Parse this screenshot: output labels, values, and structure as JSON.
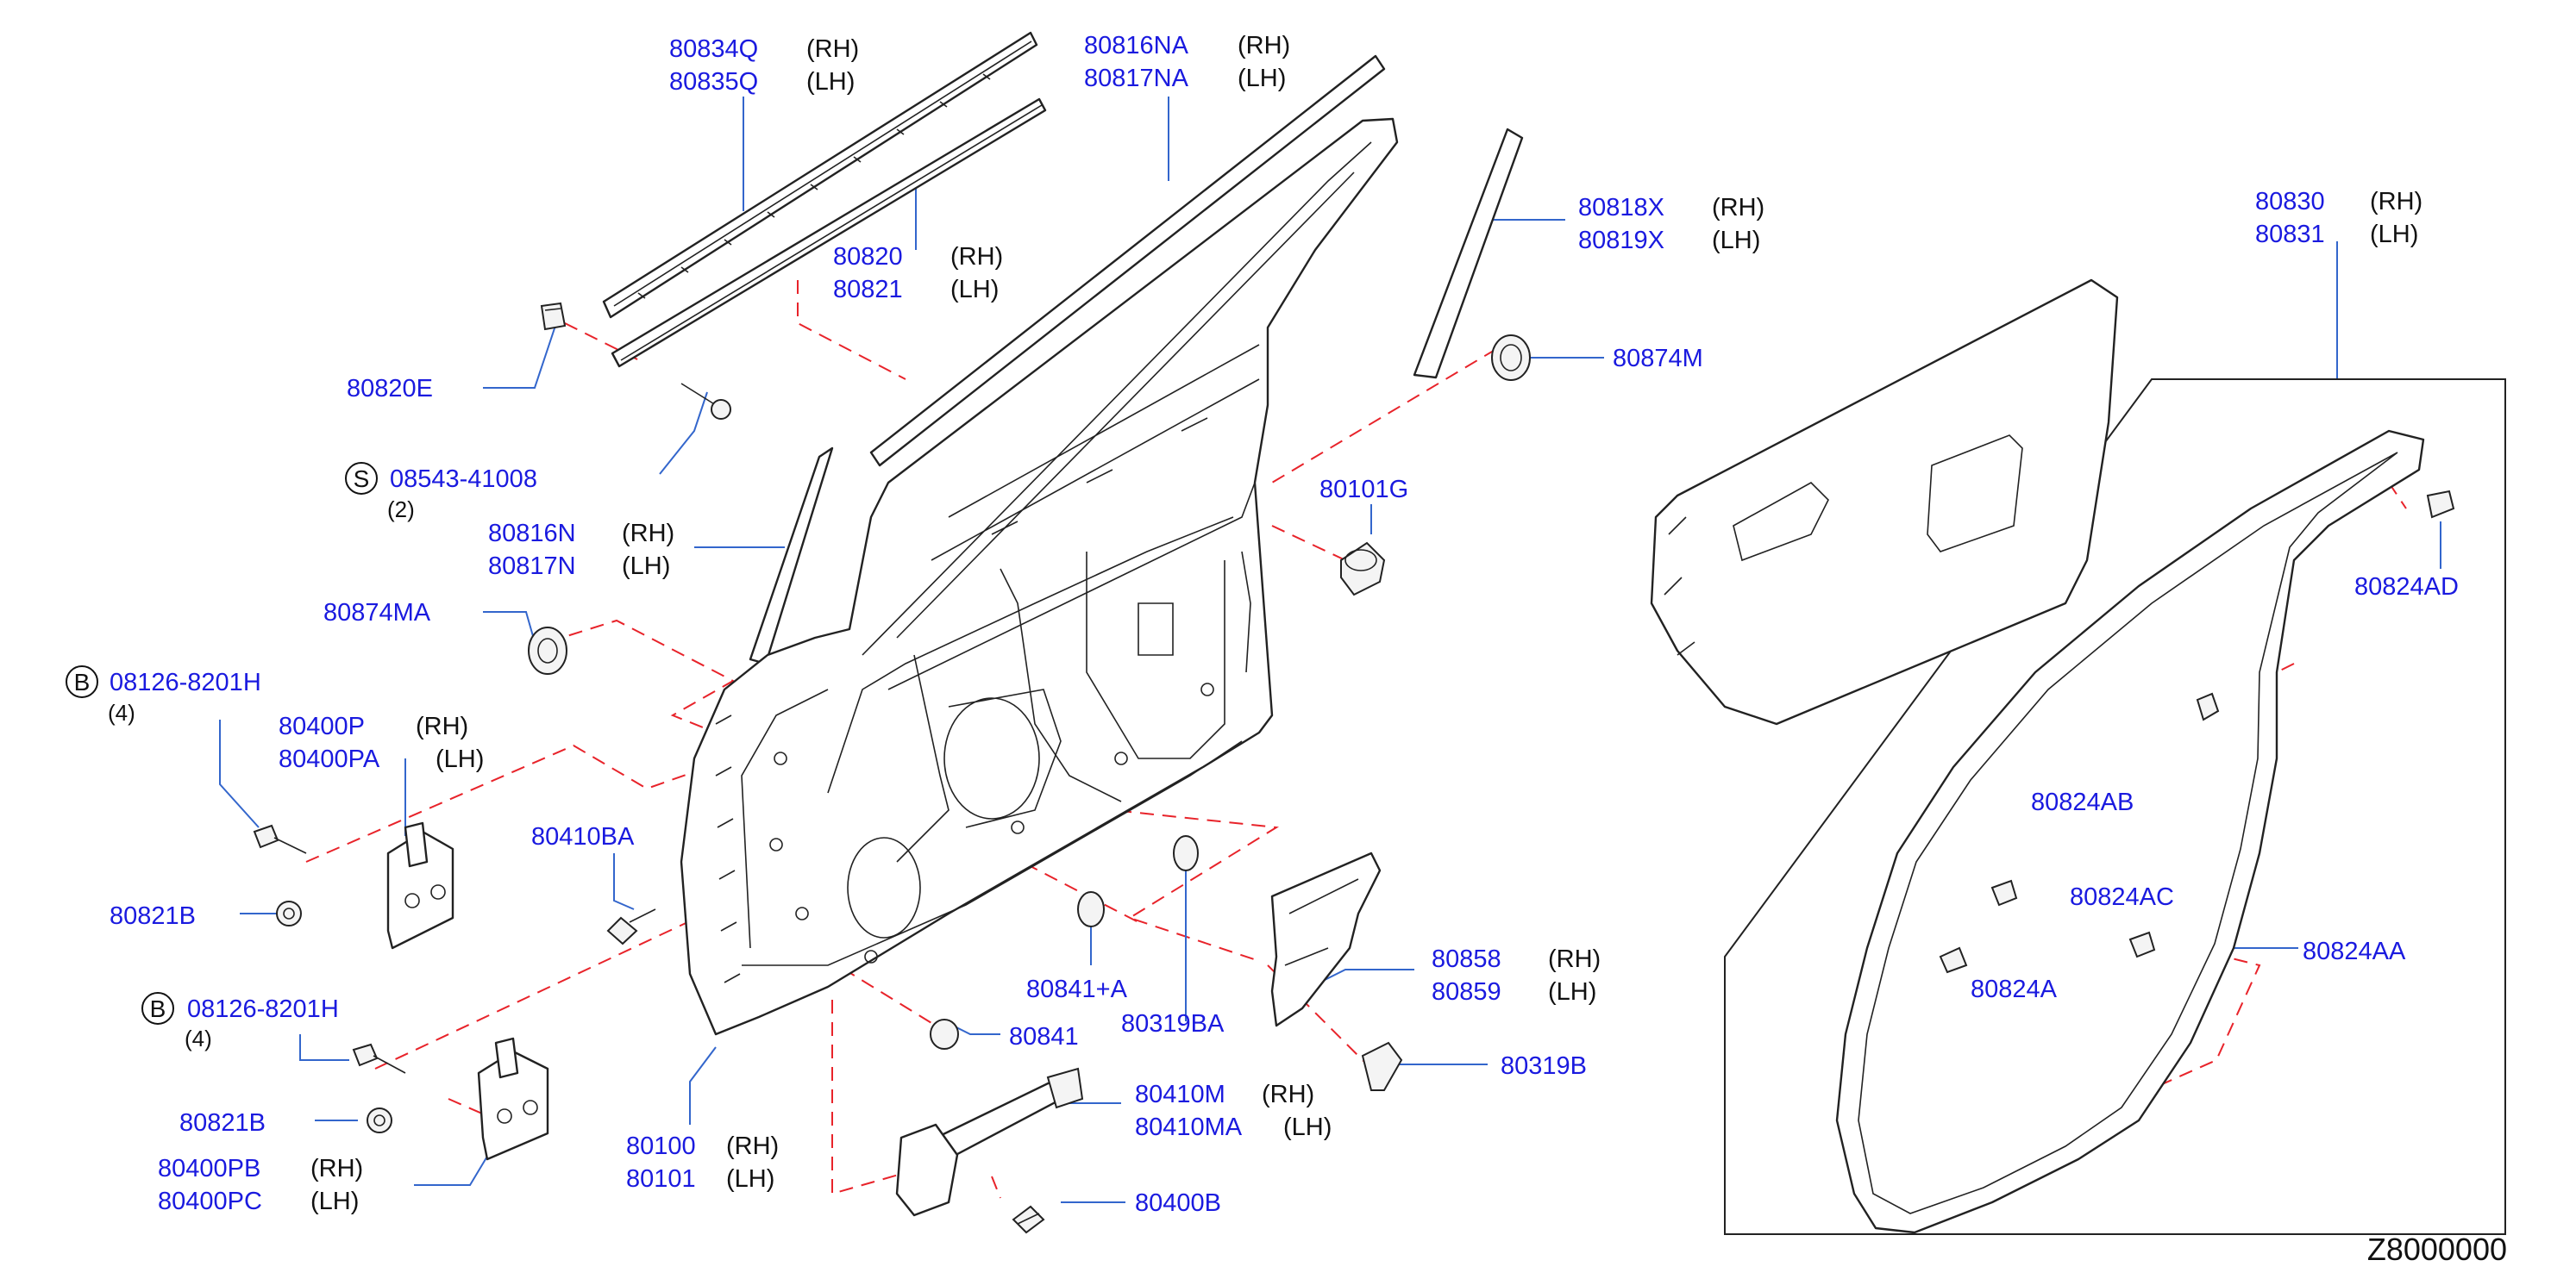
{
  "diagram_code": "Z8000000",
  "callouts": {
    "c01": {
      "part": "80834Q",
      "side": "(RH)"
    },
    "c02": {
      "part": "80835Q",
      "side": "(LH)"
    },
    "c03": {
      "part": "80816NA",
      "side": "(RH)"
    },
    "c04": {
      "part": "80817NA",
      "side": "(LH)"
    },
    "c05": {
      "part": "80820",
      "side": "(RH)"
    },
    "c06": {
      "part": "80821",
      "side": "(LH)"
    },
    "c07": {
      "part": "80818X",
      "side": "(RH)"
    },
    "c08": {
      "part": "80819X",
      "side": "(LH)"
    },
    "c09": {
      "part": "80830",
      "side": "(RH)"
    },
    "c10": {
      "part": "80831",
      "side": "(LH)"
    },
    "c11": {
      "part": "80820E"
    },
    "c12": {
      "part": "80874M"
    },
    "c13": {
      "part": "08543-41008",
      "badge": "S",
      "qty": "(2)"
    },
    "c14": {
      "part": "80101G"
    },
    "c15": {
      "part": "80816N",
      "side": "(RH)"
    },
    "c16": {
      "part": "80817N",
      "side": "(LH)"
    },
    "c17": {
      "part": "80824AD"
    },
    "c18": {
      "part": "80874MA"
    },
    "c19": {
      "part": "08126-8201H",
      "badge": "B",
      "qty": "(4)"
    },
    "c20": {
      "part": "80400P",
      "side": "(RH)"
    },
    "c21": {
      "part": "80400PA",
      "side": "(LH)"
    },
    "c22": {
      "part": "80824AB"
    },
    "c23": {
      "part": "80410BA"
    },
    "c24": {
      "part": "80824AC"
    },
    "c25": {
      "part": "80821B"
    },
    "c26": {
      "part": "80858",
      "side": "(RH)"
    },
    "c27": {
      "part": "80859",
      "side": "(LH)"
    },
    "c28": {
      "part": "80824AA"
    },
    "c29": {
      "part": "80841+A"
    },
    "c30": {
      "part": "80824A"
    },
    "c31": {
      "part": "08126-8201H",
      "badge": "B",
      "qty": "(4)"
    },
    "c32": {
      "part": "80841"
    },
    "c33": {
      "part": "80319BA"
    },
    "c34": {
      "part": "80319B"
    },
    "c35": {
      "part": "80821B"
    },
    "c36": {
      "part": "80410M",
      "side": "(RH)"
    },
    "c37": {
      "part": "80410MA",
      "side": "(LH)"
    },
    "c38": {
      "part": "80100",
      "side": "(RH)"
    },
    "c39": {
      "part": "80101",
      "side": "(LH)"
    },
    "c40": {
      "part": "80400PB",
      "side": "(RH)"
    },
    "c41": {
      "part": "80400PC",
      "side": "(LH)"
    },
    "c42": {
      "part": "80400B"
    }
  },
  "colors": {
    "part_number": "#1a1adf",
    "leader_line": "#3366cc",
    "dashed_reference": "#e8232a",
    "outline": "#222222"
  }
}
